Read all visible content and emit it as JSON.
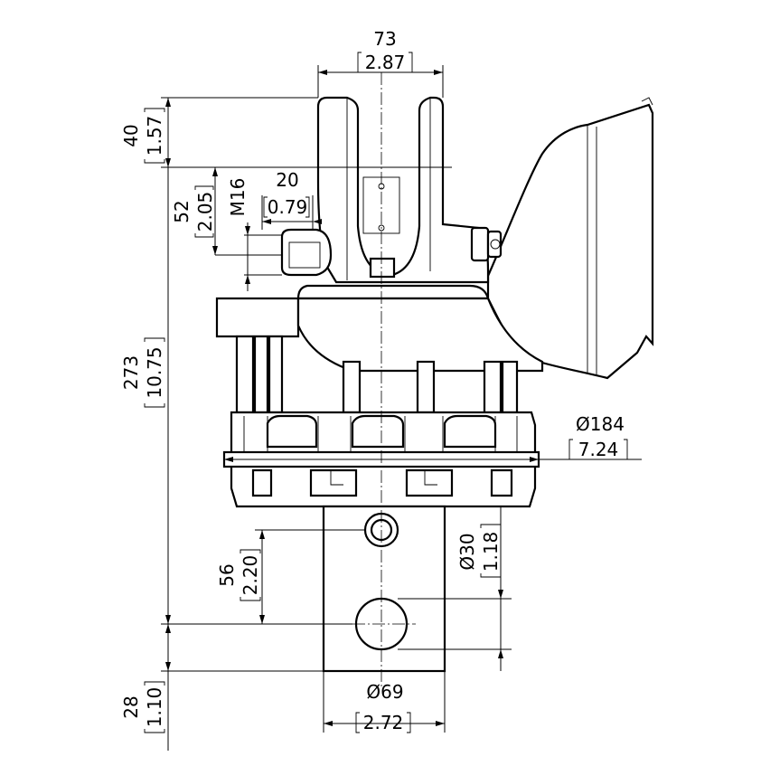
{
  "dimensions": {
    "top_width": {
      "mm": "73",
      "inch": "2.87"
    },
    "top_height": {
      "mm": "40",
      "inch": "1.57"
    },
    "bolt_offset": {
      "mm": "52",
      "inch": "2.05"
    },
    "thread": {
      "label": "M16"
    },
    "bolt_length": {
      "mm": "20",
      "inch": "0.79"
    },
    "total_height": {
      "mm": "273",
      "inch": "10.75"
    },
    "body_diameter": {
      "mm": "Ø184",
      "inch": "7.24"
    },
    "hole_diameter": {
      "mm": "Ø30",
      "inch": "1.18"
    },
    "hole_distance": {
      "mm": "56",
      "inch": "2.20"
    },
    "shaft_end": {
      "mm": "28",
      "inch": "1.10"
    },
    "shaft_diameter": {
      "mm": "Ø69",
      "inch": "2.72"
    }
  }
}
